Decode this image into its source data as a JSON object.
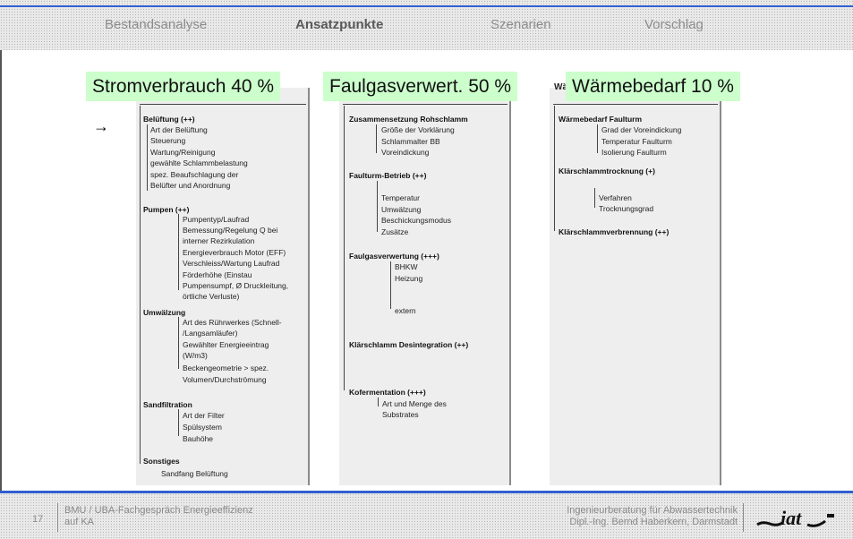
{
  "tabs": [
    "Bestandsanalyse",
    "Ansatzpunkte",
    "Szenarien",
    "Vorschlag"
  ],
  "labels": {
    "strom": "Stromverbrauch 40 %",
    "faulgas": "Faulgasverwert. 50 %",
    "waerme": "Wärmebedarf 10 %",
    "waerme_prefix": "Wä"
  },
  "arrow": "→",
  "panel1": {
    "beluftung": "Belüftung (++)",
    "beluftung_items": [
      "Art der Belüftung",
      "Steuerung",
      "Wartung/Reinigung",
      "gewählte Schlammbelastung",
      "spez. Beaufschlagung der",
      "Belüfter und  Anordnung"
    ],
    "pumpen": "Pumpen (++)",
    "pumpen_items": [
      "Pumpentyp/Laufrad",
      "Bemessung/Regelung Q bei",
      "interner Rezirkulation",
      "Energieverbrauch Motor (EFF)",
      "Verschleiss/Wartung Laufrad",
      "Förderhöhe (Einstau",
      "Pumpensumpf, Ø Druckleitung,",
      "örtliche Verluste)"
    ],
    "umwaelzung": "Umwälzung",
    "umwaelzung_items": [
      "Art des Rührwerkes (Schnell-",
      "/Langsamläufer)",
      "Gewählter Energieeintrag",
      "(W/m3)",
      "Beckengeometrie > spez.",
      "Volumen/Durchströmung"
    ],
    "sandfiltration": "Sandfiltration",
    "sandfiltration_items": [
      "Art der Filter",
      "Spülsystem",
      "Bauhöhe"
    ],
    "sonstiges": "Sonstiges",
    "sonstiges_items": [
      "Sandfang Belüftung"
    ]
  },
  "panel2": {
    "zusammen": "Zusammensetzung Rohschlamm",
    "zusammen_items": [
      "Größe der Vorklärung",
      "Schlammalter BB",
      "Voreindickung"
    ],
    "faulturm": "Faulturm-Betrieb (++)",
    "faulturm_items": [
      "Temperatur",
      "Umwälzung",
      "Beschickungsmodus",
      "Zusätze"
    ],
    "faulgas": "Faulgasverwertung (+++)",
    "faulgas_items": [
      "BHKW",
      "Heizung",
      "extern"
    ],
    "desint": "Klärschlamm Desintegration (++)",
    "koferm": "Kofermentation (+++)",
    "koferm_items": [
      "Art und Menge des",
      "Substrates"
    ]
  },
  "panel3": {
    "waermebedarf": "Wärmebedarf Faulturm",
    "waermebedarf_items": [
      "Grad der Voreindickung",
      "Temperatur Faulturm",
      "Isolierung Faulturm"
    ],
    "trocknung": "Klärschlammtrocknung (+)",
    "trocknung_items": [
      "Verfahren",
      "Trocknungsgrad"
    ],
    "verbrennung": "Klärschlammverbrennung (++)"
  },
  "footer": {
    "page": "17",
    "left_line1": "BMU / UBA-Fachgespräch Energieeffizienz",
    "left_line2": "auf KA",
    "right_line1": "Ingenieurberatung für Abwassertechnik",
    "right_line2": "Dipl.-Ing. Bernd Haberkern, Darmstadt",
    "logo_text": "iat"
  },
  "colors": {
    "accent": "#2f5fd0",
    "label_bg": "#ccffcc",
    "panel_bg": "#eeeeee"
  }
}
